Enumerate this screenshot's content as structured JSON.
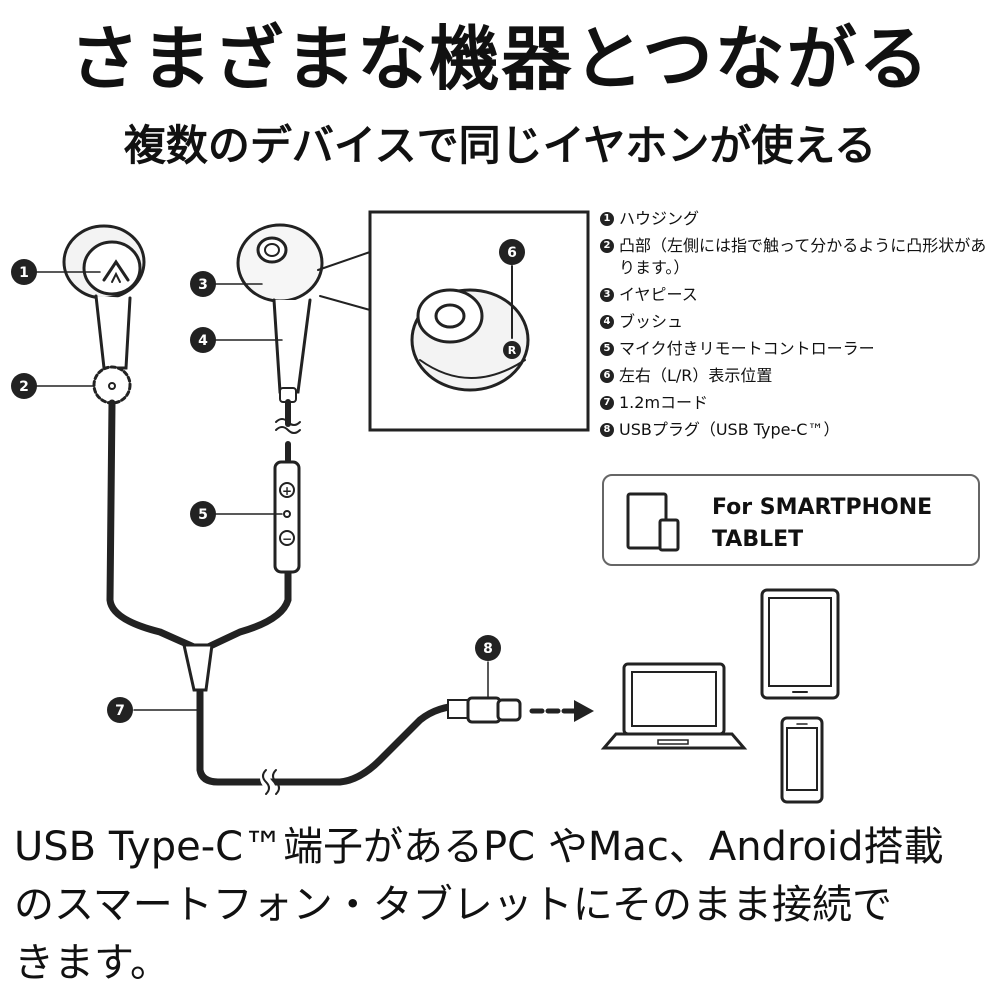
{
  "header": {
    "title": "さまざまな機器とつながる",
    "subtitle": "複数のデバイスで同じイヤホンが使える"
  },
  "legend": [
    {
      "num": "1",
      "text": "ハウジング"
    },
    {
      "num": "2",
      "text": "凸部（左側には指で触って分かるように凸形状があります。）"
    },
    {
      "num": "3",
      "text": "イヤピース"
    },
    {
      "num": "4",
      "text": "ブッシュ"
    },
    {
      "num": "5",
      "text": "マイク付きリモートコントローラー"
    },
    {
      "num": "6",
      "text": "左右（L/R）表示位置"
    },
    {
      "num": "7",
      "text": "1.2mコード"
    },
    {
      "num": "8",
      "text": "USBプラグ（USB Type-C™）"
    }
  ],
  "diagram": {
    "callouts": [
      "1",
      "2",
      "3",
      "4",
      "5",
      "6",
      "7",
      "8"
    ],
    "right_marker": "R",
    "remote_plus": "+",
    "remote_minus": "−"
  },
  "compat": {
    "line1": "For SMARTPHONE",
    "line2": "TABLET"
  },
  "body": {
    "line1": "USB Type-C™端子があるPC やMac、Android搭載",
    "line2": "のスマートフォン・タブレットにそのまま接続で",
    "line3": "きます。"
  }
}
